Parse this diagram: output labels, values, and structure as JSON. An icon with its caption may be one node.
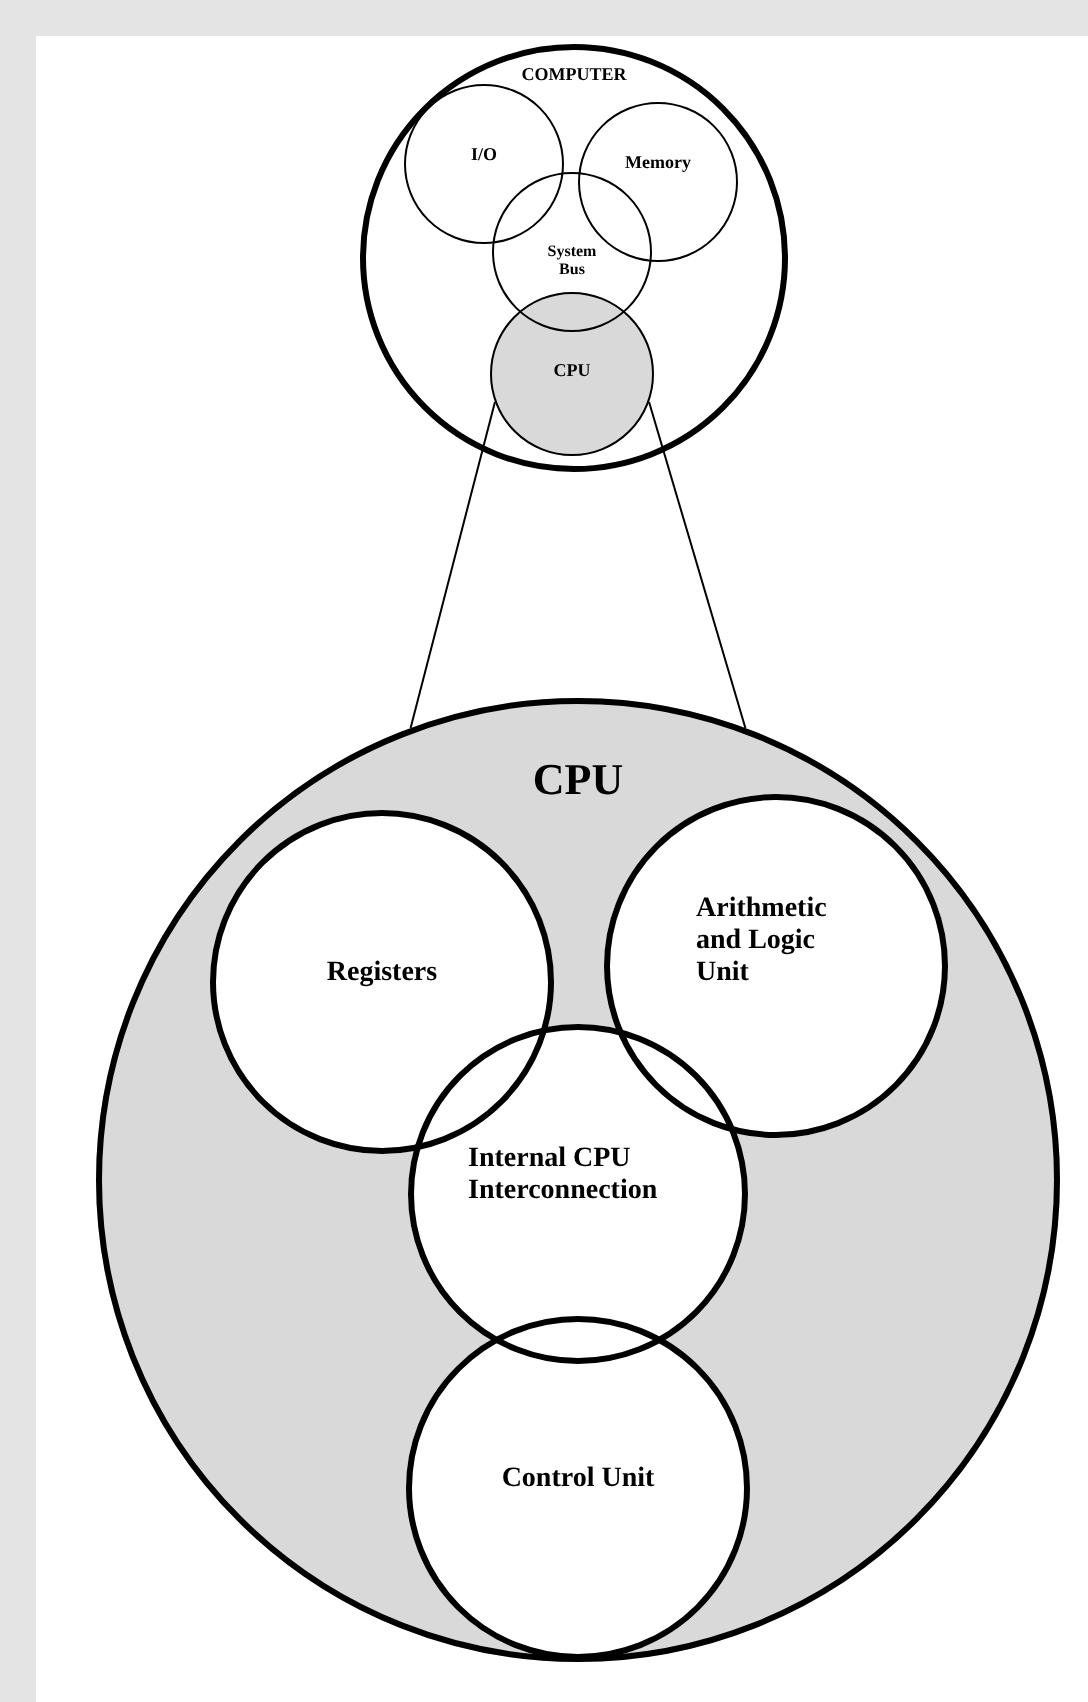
{
  "diagram": {
    "nodes": [
      {
        "text": [
          "COMPUTER"
        ]
      },
      {
        "text": [
          "I/O"
        ],
        "in": 0
      },
      {
        "text": [
          "Memory"
        ],
        "in": 0
      },
      {
        "text": [
          "System Bus"
        ],
        "in": 0
      },
      {
        "text": [
          "CPU"
        ],
        "in": 0
      },
      {
        "text": [
          "CPU"
        ]
      },
      {
        "text": [
          "Registers"
        ],
        "in": 5
      },
      {
        "text": [
          "Arithmetic and Logic Unit"
        ],
        "in": 5
      },
      {
        "text": [
          "Internal CPU Interconnection"
        ],
        "in": 5
      },
      {
        "text": [
          "Control Unit"
        ],
        "in": 5
      }
    ],
    "edges": [
      {
        "from": 4,
        "to": 5,
        "arrow": "none"
      },
      {
        "from": 4,
        "to": 5,
        "arrow": "none"
      }
    ]
  }
}
